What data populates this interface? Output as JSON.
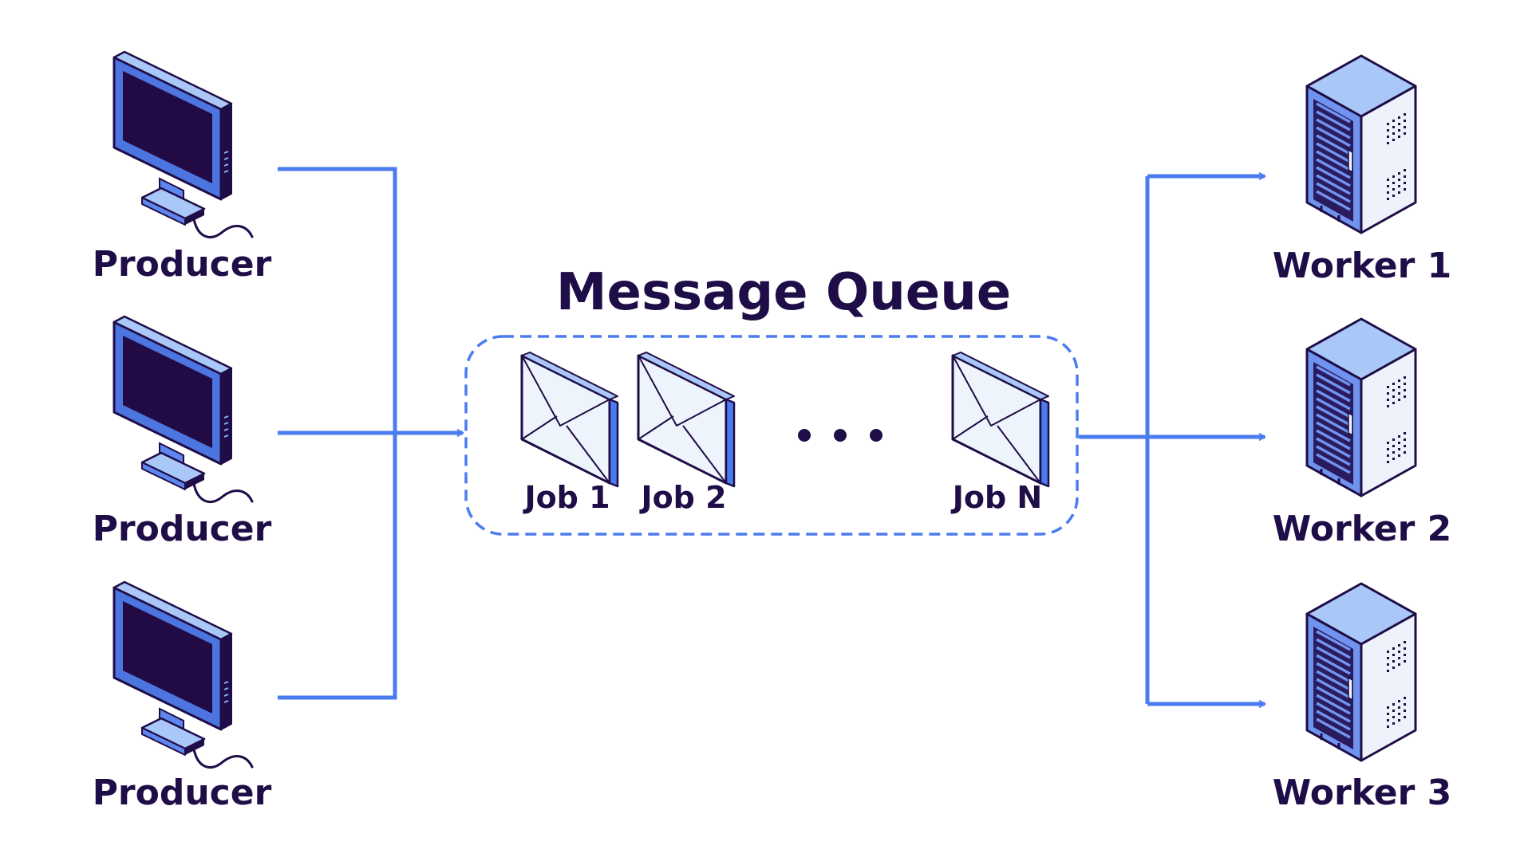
{
  "title": "Message Queue",
  "producers": [
    {
      "label": "Producer"
    },
    {
      "label": "Producer"
    },
    {
      "label": "Producer"
    }
  ],
  "jobs": [
    {
      "label": "Job 1"
    },
    {
      "label": "Job 2"
    },
    {
      "label": "Job N"
    }
  ],
  "workers": [
    {
      "label": "Worker 1"
    },
    {
      "label": "Worker 2"
    },
    {
      "label": "Worker 3"
    }
  ],
  "icons": {
    "producer": "computer-monitor-icon",
    "job": "envelope-icon",
    "worker": "server-rack-icon",
    "ellipsis": "ellipsis-icon"
  },
  "colors": {
    "connector": "#4a7cf0",
    "text": "#1f0d47",
    "screen": "#220a45",
    "device_light": "#a9c8f7",
    "device_mid": "#5e86ee",
    "envelope": "#eef4fc"
  }
}
